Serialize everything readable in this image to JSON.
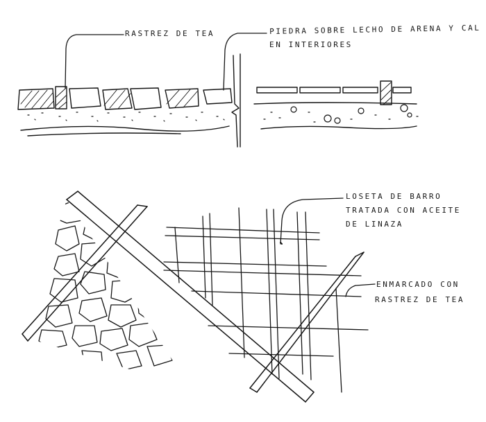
{
  "labels": {
    "top_left": "RASTREZ DE TEA",
    "top_right_line1": "PIEDRA SOBRE LECHO DE ARENA Y CAL",
    "top_right_line2": "EN INTERIORES",
    "bottom_right_1_line1": "LOSETA DE BARRO",
    "bottom_right_1_line2": "TRATADA CON ACEITE",
    "bottom_right_1_line3": "DE LINAZA",
    "bottom_right_2_line1": "ENMARCADO CON",
    "bottom_right_2_line2": "RASTREZ DE TEA"
  },
  "colors": {
    "ink": "#141414",
    "paper": "#ffffff"
  }
}
